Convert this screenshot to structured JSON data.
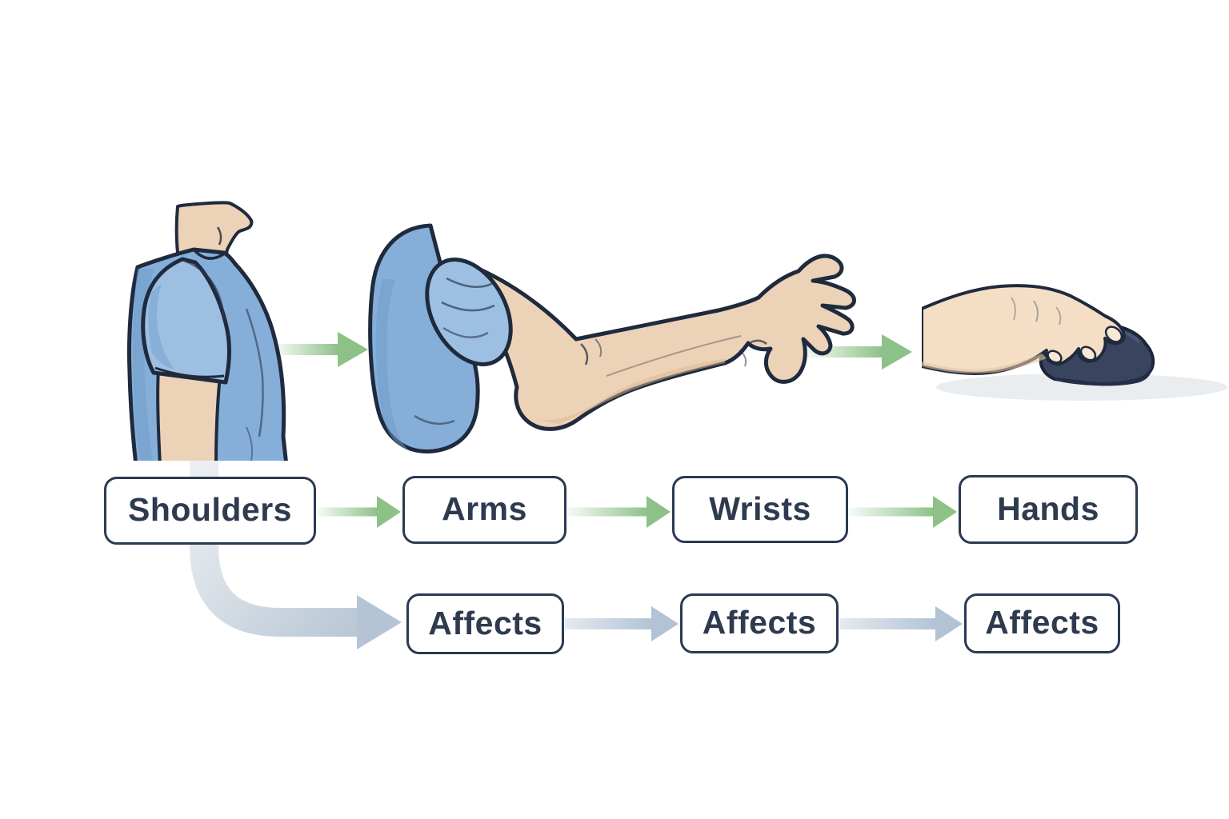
{
  "flowchart": {
    "top_row": {
      "boxes": [
        {
          "label": "Shoulders"
        },
        {
          "label": "Arms"
        },
        {
          "label": "Wrists"
        },
        {
          "label": "Hands"
        }
      ]
    },
    "bottom_row": {
      "boxes": [
        {
          "label": "Affects"
        },
        {
          "label": "Affects"
        },
        {
          "label": "Affects"
        }
      ]
    }
  },
  "illustrations": {
    "shoulder": {
      "name": "shoulder-torso-illustration"
    },
    "arm": {
      "name": "extended-arm-illustration"
    },
    "hand_mouse": {
      "name": "hand-on-mouse-illustration"
    }
  },
  "colors": {
    "background": "#ffffff",
    "box_border": "#2b3a52",
    "box_fill": "#ffffff",
    "label_text": "#2e3a4e",
    "flow_arrow_green": "#8cc187",
    "affects_arrow_gray": "#b2c3d5",
    "shirt_blue": "#85afd9",
    "shirt_blue_light": "#9dbfe2",
    "shirt_blue_shadow": "#6f9cc9",
    "skin_tone": "#ecd2b6",
    "skin_tone_light": "#f4dfc6",
    "outline_navy": "#1f2a3d",
    "mouse_body": "#39445e",
    "mouse_dark": "#242e48",
    "shadow_gray": "#e8ebee"
  }
}
